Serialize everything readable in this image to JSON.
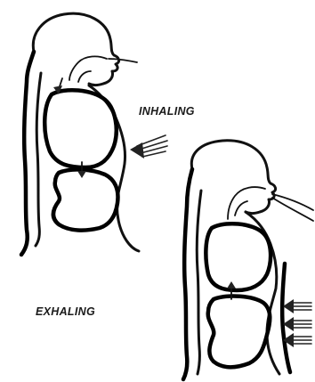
{
  "labels": {
    "inhaling": "INHALING",
    "exhaling": "EXHALING"
  },
  "figures": [
    {
      "name": "inhaling-figure",
      "diaphragm_arrow": "down",
      "body_arrows": "inward"
    },
    {
      "name": "exhaling-figure",
      "diaphragm_arrow": "up",
      "abdomen_arrows": "inward"
    }
  ],
  "colors": {
    "ink": "#111111",
    "background": "#ffffff"
  }
}
